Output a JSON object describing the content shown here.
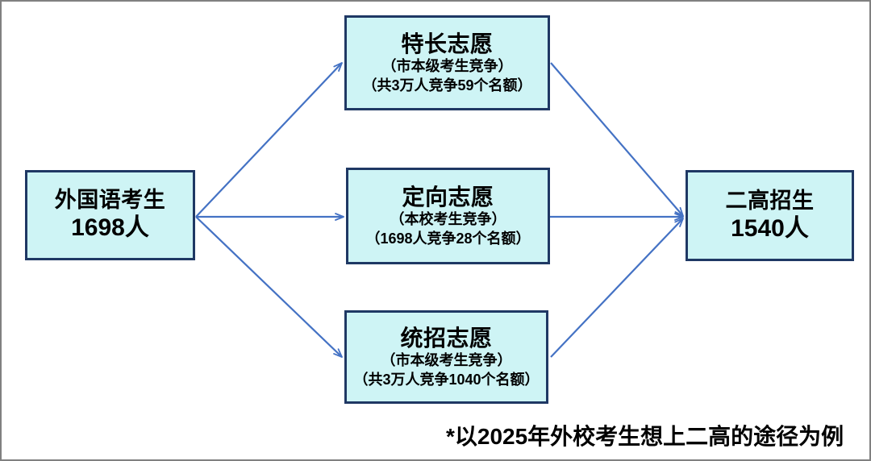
{
  "diagram": {
    "title_note": "*以2025年外校考生想上二高的途径为例",
    "palette": {
      "node_fill": "#CEF4F5",
      "node_border": "#1F3864",
      "arrow": "#4472C4",
      "frame": "#808080",
      "text": "#000000"
    },
    "nodes": {
      "source": {
        "title": "外国语考生",
        "value": "1698人"
      },
      "path_special": {
        "title": "特长志愿",
        "sub1": "（市本级考生竞争）",
        "sub2": "（共3万人竞争59个名额）"
      },
      "path_directed": {
        "title": "定向志愿",
        "sub1": "（本校考生竞争）",
        "sub2": "（1698人竞争28个名额）"
      },
      "path_general": {
        "title": "统招志愿",
        "sub1": "（市本级考生竞争）",
        "sub2": "（共3万人竞争1040个名额）"
      },
      "target": {
        "title": "二高招生",
        "value": "1540人"
      }
    },
    "edges": [
      {
        "name": "source-to-special",
        "from": "source",
        "to": "path_special"
      },
      {
        "name": "source-to-directed",
        "from": "source",
        "to": "path_directed"
      },
      {
        "name": "source-to-general",
        "from": "source",
        "to": "path_general"
      },
      {
        "name": "special-to-target",
        "from": "path_special",
        "to": "target"
      },
      {
        "name": "directed-to-target",
        "from": "path_directed",
        "to": "target"
      },
      {
        "name": "general-to-target",
        "from": "path_general",
        "to": "target"
      }
    ]
  }
}
